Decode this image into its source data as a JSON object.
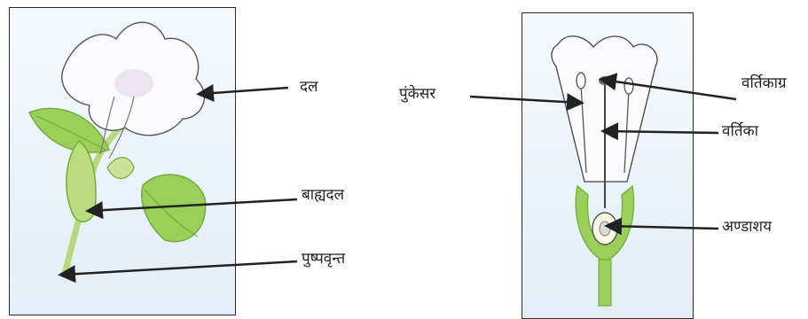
{
  "labels": {
    "petal": "दल",
    "sepal": "बाह्यदल",
    "pedicel": "पुष्पवृन्त",
    "stamen": "पुंकेसर",
    "stigma": "वर्तिकाग्र",
    "style": "वर्तिका",
    "ovary": "अण्डाशय"
  },
  "colors": {
    "leaf": "#9ccf5a",
    "leaf_dark": "#6fae3a",
    "stem": "#b5d97c",
    "petal_outline": "#555555",
    "arrow": "#222222",
    "panel_bg": "#e8f1f9"
  }
}
